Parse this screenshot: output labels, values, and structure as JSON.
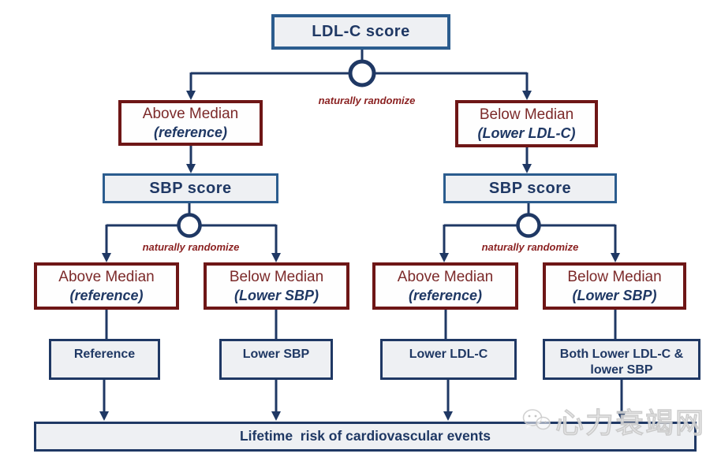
{
  "diagram": {
    "root_box": {
      "label": "LDL-C score"
    },
    "randomize_labels": [
      "naturally randomize",
      "naturally randomize",
      "naturally randomize"
    ],
    "level2": [
      {
        "main": "Above Median",
        "sub": "(reference)"
      },
      {
        "main": "Below Median",
        "sub": "(Lower LDL-C)"
      }
    ],
    "score_boxes": [
      {
        "label": "SBP score"
      },
      {
        "label": "SBP score"
      }
    ],
    "level3": [
      {
        "main": "Above Median",
        "sub": "(reference)"
      },
      {
        "main": "Below Median",
        "sub": "(Lower SBP)"
      },
      {
        "main": "Above Median",
        "sub": "(reference)"
      },
      {
        "main": "Below Median",
        "sub": "(Lower SBP)"
      }
    ],
    "level4": [
      {
        "label": "Reference"
      },
      {
        "label": "Lower SBP"
      },
      {
        "label": "Lower LDL-C"
      },
      {
        "label": "Both Lower LDL-C & lower SBP"
      }
    ],
    "outcome_bar": {
      "label": "Lifetime  risk of cardiovascular events"
    },
    "watermark": {
      "text": "心力衰竭网",
      "icon": "wechat-logo"
    },
    "colors": {
      "navy": "#1f3864",
      "steel_blue": "#2b5c8e",
      "maroon_border": "#6e1616",
      "maroon_text": "#7c2a2a",
      "randomize_red": "#8b2222",
      "gray_fill": "#eef0f3",
      "white_fill": "#fefefe"
    }
  }
}
